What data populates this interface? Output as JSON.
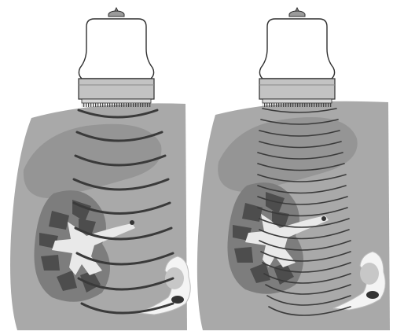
{
  "figure": {
    "panels": [
      {
        "id": "left",
        "probe": "transducer-icon",
        "pulse_lines": 9
      },
      {
        "id": "right",
        "probe": "transducer-icon",
        "pulse_lines": 19
      }
    ],
    "colors": {
      "background": "#ffffff",
      "tissue": "#a9a9a9",
      "tissue_dark": "#959595",
      "kidney_cortex": "#7d7d7d",
      "pyramids": "#4d4d4d",
      "sinus": "#e9e9e9",
      "wave": "#3a3a3a",
      "probe_body": "#ffffff",
      "probe_face": "#bfbfbf",
      "outline": "#2f2f2f"
    }
  }
}
